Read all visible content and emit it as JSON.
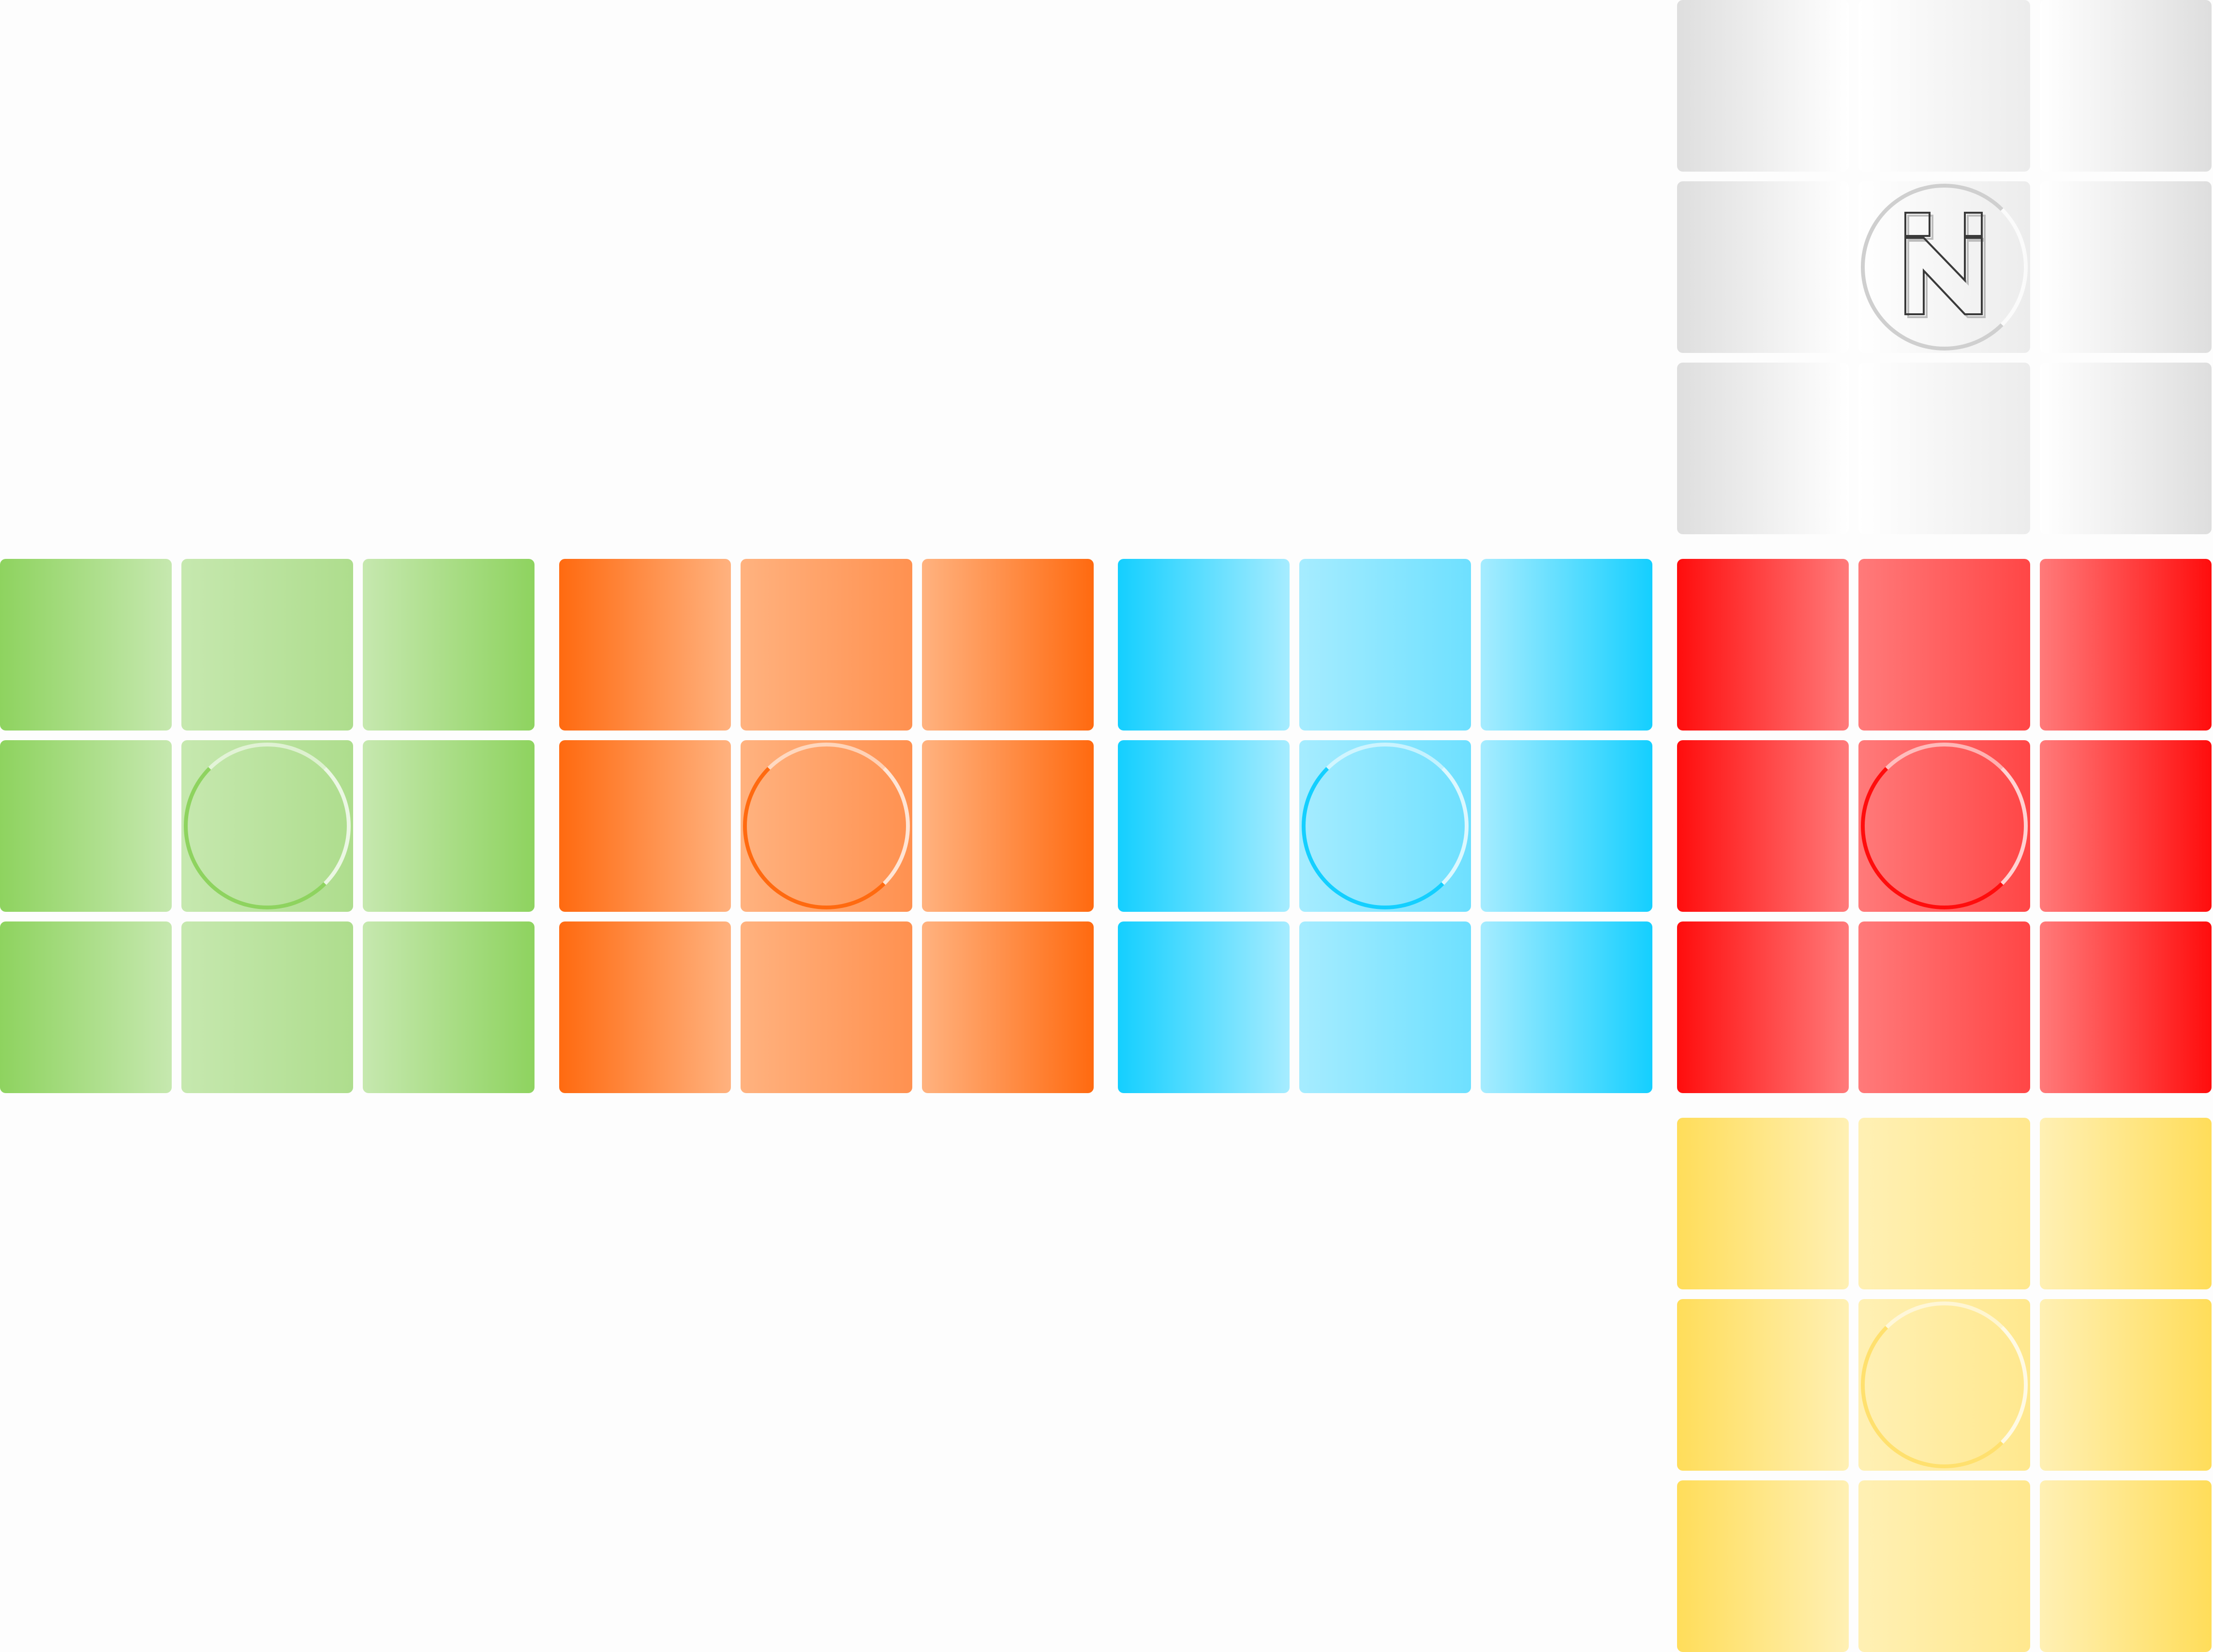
{
  "puzzle": {
    "type": "cube-net-3x3",
    "faces": [
      {
        "id": "up",
        "color_name": "white",
        "colors": {
          "dark": "#dedede",
          "light": "#ffffff",
          "mid": "#ececec",
          "ring": "#cfcfcf"
        },
        "has_logo": true,
        "grid": [
          [
            0,
            0,
            0
          ],
          [
            0,
            0,
            0
          ],
          [
            0,
            0,
            0
          ]
        ]
      },
      {
        "id": "left",
        "color_name": "green",
        "colors": {
          "dark": "#8ed35f",
          "light": "#c6e8af",
          "mid": "#aedd8d",
          "ring": "#8ed35f"
        },
        "has_logo": false,
        "grid": [
          [
            0,
            0,
            0
          ],
          [
            0,
            0,
            0
          ],
          [
            0,
            0,
            0
          ]
        ]
      },
      {
        "id": "front",
        "color_name": "orange",
        "colors": {
          "dark": "#ff6a10",
          "light": "#ffb27f",
          "mid": "#ff9150",
          "ring": "#ff6a10"
        },
        "has_logo": false,
        "grid": [
          [
            0,
            0,
            0
          ],
          [
            0,
            0,
            0
          ],
          [
            0,
            0,
            0
          ]
        ]
      },
      {
        "id": "right",
        "color_name": "cyan",
        "colors": {
          "dark": "#14cfff",
          "light": "#a6ecff",
          "mid": "#6ee0ff",
          "ring": "#14cfff"
        },
        "has_logo": false,
        "grid": [
          [
            0,
            0,
            0
          ],
          [
            0,
            0,
            0
          ],
          [
            0,
            0,
            0
          ]
        ]
      },
      {
        "id": "back",
        "color_name": "red",
        "colors": {
          "dark": "#ff0d0d",
          "light": "#ff7a7a",
          "mid": "#ff4646",
          "ring": "#ff0d0d"
        },
        "has_logo": false,
        "grid": [
          [
            0,
            0,
            0
          ],
          [
            0,
            0,
            0
          ],
          [
            0,
            0,
            0
          ]
        ]
      },
      {
        "id": "down",
        "color_name": "yellow",
        "colors": {
          "dark": "#ffdd5a",
          "light": "#fff0b4",
          "mid": "#ffe88e",
          "ring": "#ffe06e"
        },
        "has_logo": false,
        "grid": [
          [
            0,
            0,
            0
          ],
          [
            0,
            0,
            0
          ],
          [
            0,
            0,
            0
          ]
        ]
      }
    ],
    "logo_icon": "cube-logo-icon"
  }
}
